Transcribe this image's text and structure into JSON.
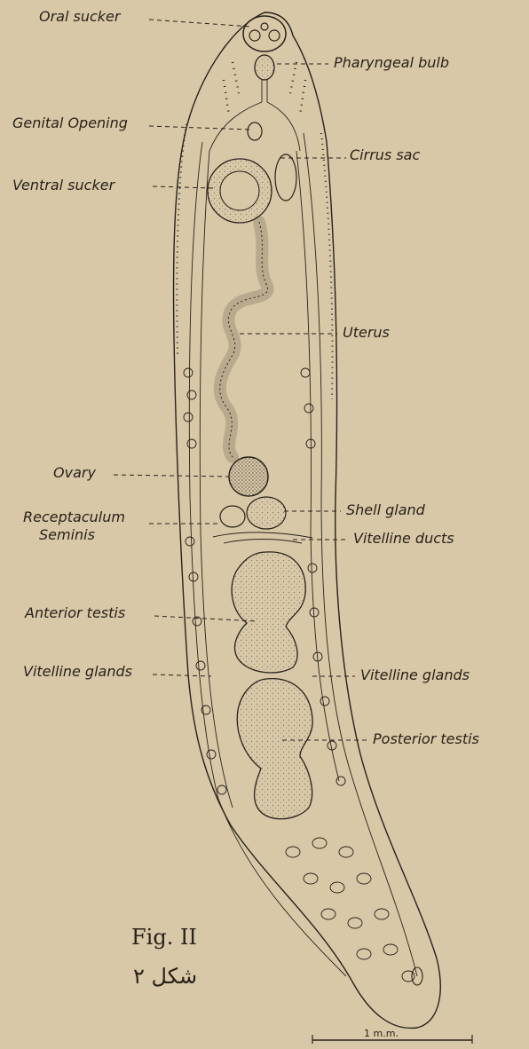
{
  "labels": {
    "oral_sucker": "Oral sucker",
    "pharyngeal_bulb": "Pharyngeal bulb",
    "genital_opening": "Genital Opening",
    "cirrus_sac": "Cirrus sac",
    "ventral_sucker": "Ventral sucker",
    "uterus": "Uterus",
    "ovary": "Ovary",
    "shell_gland": "Shell gland",
    "receptaculum_line1": "Receptaculum",
    "receptaculum_line2": "Seminis",
    "vitelline_ducts": "Vitelline ducts",
    "anterior_testis": "Anterior testis",
    "vitelline_glands_left": "Vitelline glands",
    "vitelline_glands_right": "Vitelline glands",
    "posterior_testis": "Posterior testis"
  },
  "figure": {
    "caption": "Fig. II",
    "caption_arabic": "شكل ٢"
  },
  "scale_bar": {
    "label": "1 m.m."
  },
  "colors": {
    "paper": "#d8c8a8",
    "ink": "#2a2118",
    "organ_fill": "#bfae90"
  }
}
